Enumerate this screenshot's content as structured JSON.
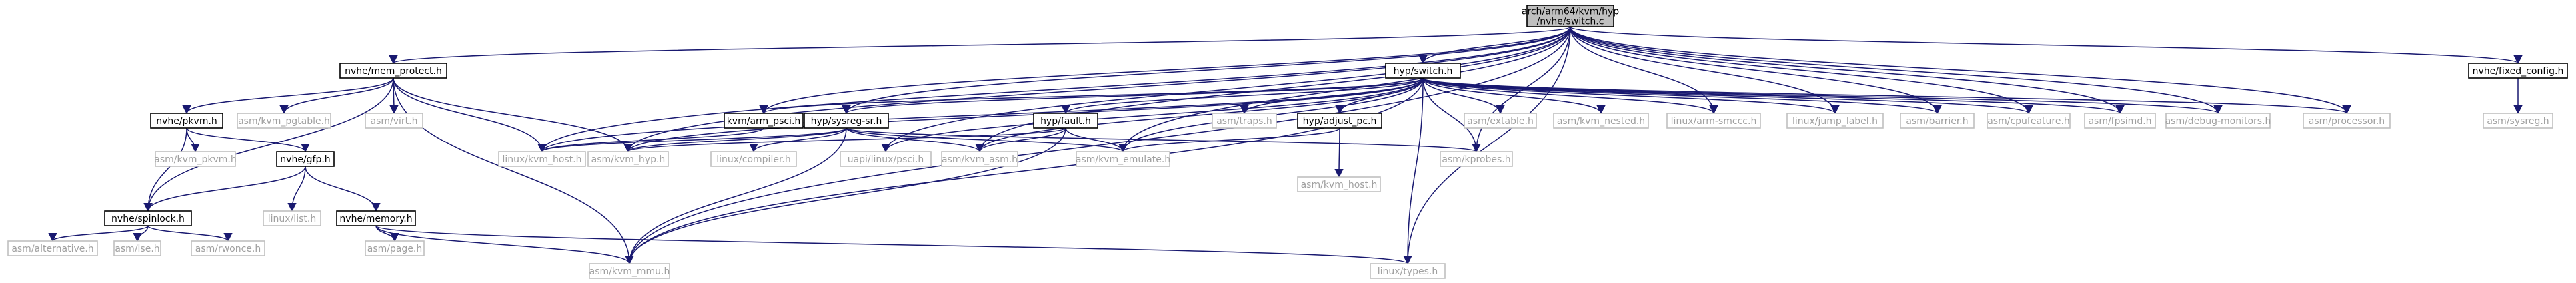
{
  "graph": {
    "nodes": [
      {
        "id": "root",
        "label": "arch/arm64/kvm/hyp\n/nvhe/switch.c",
        "kind": "root"
      },
      {
        "id": "mem_protect",
        "label": "nvhe/mem_protect.h",
        "kind": "documented"
      },
      {
        "id": "hyp_switch",
        "label": "hyp/switch.h",
        "kind": "documented"
      },
      {
        "id": "fixed_config",
        "label": "nvhe/fixed_config.h",
        "kind": "documented"
      },
      {
        "id": "pkvm",
        "label": "nvhe/pkvm.h",
        "kind": "documented"
      },
      {
        "id": "kvm_pgtable",
        "label": "asm/kvm_pgtable.h",
        "kind": "external"
      },
      {
        "id": "virt",
        "label": "asm/virt.h",
        "kind": "external"
      },
      {
        "id": "kvm_psci",
        "label": "kvm/arm_psci.h",
        "kind": "documented"
      },
      {
        "id": "sysreg_sr",
        "label": "hyp/sysreg-sr.h",
        "kind": "documented"
      },
      {
        "id": "fault",
        "label": "hyp/fault.h",
        "kind": "documented"
      },
      {
        "id": "traps",
        "label": "asm/traps.h",
        "kind": "external"
      },
      {
        "id": "adjust_pc",
        "label": "hyp/adjust_pc.h",
        "kind": "documented"
      },
      {
        "id": "extable",
        "label": "asm/extable.h",
        "kind": "external"
      },
      {
        "id": "kvm_nested",
        "label": "asm/kvm_nested.h",
        "kind": "external"
      },
      {
        "id": "arm_smccc",
        "label": "linux/arm-smccc.h",
        "kind": "external"
      },
      {
        "id": "jump_label",
        "label": "linux/jump_label.h",
        "kind": "external"
      },
      {
        "id": "barrier",
        "label": "asm/barrier.h",
        "kind": "external"
      },
      {
        "id": "cpufeature",
        "label": "asm/cpufeature.h",
        "kind": "external"
      },
      {
        "id": "fpsimd",
        "label": "asm/fpsimd.h",
        "kind": "external"
      },
      {
        "id": "debug_monitors",
        "label": "asm/debug-monitors.h",
        "kind": "external"
      },
      {
        "id": "processor",
        "label": "asm/processor.h",
        "kind": "external"
      },
      {
        "id": "sysreg",
        "label": "asm/sysreg.h",
        "kind": "external"
      },
      {
        "id": "kvm_pkvm",
        "label": "asm/kvm_pkvm.h",
        "kind": "external"
      },
      {
        "id": "gfp",
        "label": "nvhe/gfp.h",
        "kind": "documented"
      },
      {
        "id": "linux_kvm_host",
        "label": "linux/kvm_host.h",
        "kind": "external"
      },
      {
        "id": "kvm_hyp",
        "label": "asm/kvm_hyp.h",
        "kind": "external"
      },
      {
        "id": "compiler",
        "label": "linux/compiler.h",
        "kind": "external"
      },
      {
        "id": "psci",
        "label": "uapi/linux/psci.h",
        "kind": "external"
      },
      {
        "id": "kvm_asm",
        "label": "asm/kvm_asm.h",
        "kind": "external"
      },
      {
        "id": "kvm_emulate",
        "label": "asm/kvm_emulate.h",
        "kind": "external"
      },
      {
        "id": "asm_kvm_host",
        "label": "asm/kvm_host.h",
        "kind": "external"
      },
      {
        "id": "kprobes",
        "label": "asm/kprobes.h",
        "kind": "external"
      },
      {
        "id": "spinlock",
        "label": "nvhe/spinlock.h",
        "kind": "documented"
      },
      {
        "id": "list",
        "label": "linux/list.h",
        "kind": "external"
      },
      {
        "id": "memory",
        "label": "nvhe/memory.h",
        "kind": "documented"
      },
      {
        "id": "page",
        "label": "asm/page.h",
        "kind": "external"
      },
      {
        "id": "alternative",
        "label": "asm/alternative.h",
        "kind": "external"
      },
      {
        "id": "lse",
        "label": "asm/lse.h",
        "kind": "external"
      },
      {
        "id": "rwonce",
        "label": "asm/rwonce.h",
        "kind": "external"
      },
      {
        "id": "kvm_mmu",
        "label": "asm/kvm_mmu.h",
        "kind": "external"
      },
      {
        "id": "types",
        "label": "linux/types.h",
        "kind": "external"
      }
    ],
    "edges": [
      [
        "root",
        "mem_protect"
      ],
      [
        "root",
        "hyp_switch"
      ],
      [
        "root",
        "fixed_config"
      ],
      [
        "root",
        "linux_kvm_host"
      ],
      [
        "root",
        "kvm_hyp"
      ],
      [
        "root",
        "kvm_psci"
      ],
      [
        "root",
        "psci"
      ],
      [
        "root",
        "kvm_asm"
      ],
      [
        "root",
        "kvm_emulate"
      ],
      [
        "root",
        "kvm_mmu"
      ],
      [
        "root",
        "sysreg_sr"
      ],
      [
        "root",
        "arm_smccc"
      ],
      [
        "root",
        "jump_label"
      ],
      [
        "root",
        "barrier"
      ],
      [
        "root",
        "cpufeature"
      ],
      [
        "root",
        "fpsimd"
      ],
      [
        "root",
        "debug_monitors"
      ],
      [
        "root",
        "processor"
      ],
      [
        "root",
        "kprobes"
      ],
      [
        "root",
        "types"
      ],
      [
        "mem_protect",
        "pkvm"
      ],
      [
        "mem_protect",
        "kvm_pgtable"
      ],
      [
        "mem_protect",
        "virt"
      ],
      [
        "mem_protect",
        "linux_kvm_host"
      ],
      [
        "mem_protect",
        "kvm_hyp"
      ],
      [
        "mem_protect",
        "kvm_mmu"
      ],
      [
        "mem_protect",
        "spinlock"
      ],
      [
        "pkvm",
        "kvm_pkvm"
      ],
      [
        "pkvm",
        "gfp"
      ],
      [
        "pkvm",
        "spinlock"
      ],
      [
        "gfp",
        "list"
      ],
      [
        "gfp",
        "memory"
      ],
      [
        "gfp",
        "spinlock"
      ],
      [
        "memory",
        "page"
      ],
      [
        "memory",
        "kvm_mmu"
      ],
      [
        "memory",
        "types"
      ],
      [
        "spinlock",
        "alternative"
      ],
      [
        "spinlock",
        "lse"
      ],
      [
        "spinlock",
        "rwonce"
      ],
      [
        "fixed_config",
        "sysreg"
      ],
      [
        "hyp_switch",
        "linux_kvm_host"
      ],
      [
        "hyp_switch",
        "kvm_hyp"
      ],
      [
        "hyp_switch",
        "kvm_psci"
      ],
      [
        "hyp_switch",
        "sysreg_sr"
      ],
      [
        "hyp_switch",
        "fault"
      ],
      [
        "hyp_switch",
        "traps"
      ],
      [
        "hyp_switch",
        "adjust_pc"
      ],
      [
        "hyp_switch",
        "extable"
      ],
      [
        "hyp_switch",
        "kvm_nested"
      ],
      [
        "hyp_switch",
        "arm_smccc"
      ],
      [
        "hyp_switch",
        "jump_label"
      ],
      [
        "hyp_switch",
        "barrier"
      ],
      [
        "hyp_switch",
        "cpufeature"
      ],
      [
        "hyp_switch",
        "fpsimd"
      ],
      [
        "hyp_switch",
        "debug_monitors"
      ],
      [
        "hyp_switch",
        "processor"
      ],
      [
        "hyp_switch",
        "kprobes"
      ],
      [
        "hyp_switch",
        "types"
      ],
      [
        "hyp_switch",
        "kvm_emulate"
      ],
      [
        "hyp_switch",
        "kvm_asm"
      ],
      [
        "hyp_switch",
        "psci"
      ],
      [
        "hyp_switch",
        "kvm_mmu"
      ],
      [
        "kvm_psci",
        "linux_kvm_host"
      ],
      [
        "sysreg_sr",
        "compiler"
      ],
      [
        "sysreg_sr",
        "linux_kvm_host"
      ],
      [
        "sysreg_sr",
        "kvm_asm"
      ],
      [
        "sysreg_sr",
        "kvm_emulate"
      ],
      [
        "sysreg_sr",
        "kvm_hyp"
      ],
      [
        "sysreg_sr",
        "kprobes"
      ],
      [
        "sysreg_sr",
        "kvm_mmu"
      ],
      [
        "fault",
        "kvm_hyp"
      ],
      [
        "fault",
        "kvm_asm"
      ],
      [
        "fault",
        "kvm_emulate"
      ],
      [
        "fault",
        "kvm_mmu"
      ],
      [
        "adjust_pc",
        "asm_kvm_host"
      ],
      [
        "adjust_pc",
        "kvm_emulate"
      ]
    ]
  }
}
